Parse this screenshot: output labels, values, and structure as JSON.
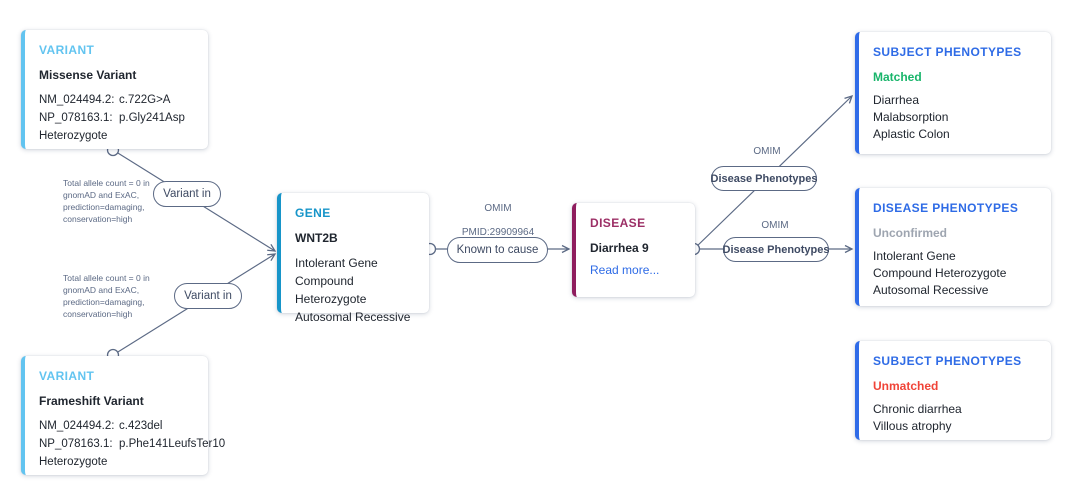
{
  "diagram": {
    "background_color": "#ffffff",
    "edge_color": "#5c6a85"
  },
  "cards": {
    "variant_missense": {
      "title": "VARIANT",
      "name": "Missense Variant",
      "rows": [
        {
          "label": "NM_024494.2:",
          "value": "c.722G>A"
        },
        {
          "label": "NP_078163.1:",
          "value": "p.Gly241Asp"
        }
      ],
      "zygosity": "Heterozygote",
      "accent_color": "#62c4f0"
    },
    "variant_frameshift": {
      "title": "VARIANT",
      "name": "Frameshift Variant",
      "rows": [
        {
          "label": "NM_024494.2:",
          "value": "c.423del"
        },
        {
          "label": "NP_078163.1:",
          "value": "p.Phe141LeufsTer10"
        }
      ],
      "zygosity": "Heterozygote",
      "accent_color": "#62c4f0"
    },
    "gene": {
      "title": "GENE",
      "name": "WNT2B",
      "attributes": [
        "Intolerant Gene",
        "Compound Heterozygote",
        "Autosomal Recessive"
      ],
      "accent_color": "#1795c9"
    },
    "disease": {
      "title": "DISEASE",
      "name": "Diarrhea 9",
      "link_label": "Read more...",
      "accent_color": "#8f1d5e",
      "title_color": "#9c2f66",
      "link_color": "#2e6be6"
    },
    "subject_phenotypes_matched": {
      "title": "SUBJECT PHENOTYPES",
      "status": "Matched",
      "status_color": "#19b56b",
      "items": [
        "Diarrhea",
        "Malabsorption",
        "Aplastic Colon"
      ],
      "accent_color": "#2f6be8"
    },
    "disease_phenotypes": {
      "title": "DISEASE PHENOTYPES",
      "status": "Unconfirmed",
      "status_color": "#9ea5b0",
      "items": [
        "Intolerant Gene",
        "Compound Heterozygote",
        "Autosomal Recessive"
      ],
      "accent_color": "#2f6be8"
    },
    "subject_phenotypes_unmatched": {
      "title": "SUBJECT PHENOTYPES",
      "status": "Unmatched",
      "status_color": "#f04438",
      "items": [
        "Chronic diarrhea",
        "Villous atrophy"
      ],
      "accent_color": "#2f6be8"
    }
  },
  "edges": {
    "variant_in_top": {
      "label": "Variant in",
      "annotation": "Total allele count = 0 in\ngnomAD and ExAC,\nprediction=damaging,\nconservation=high"
    },
    "variant_in_bottom": {
      "label": "Variant in",
      "annotation": "Total allele count = 0 in\ngnomAD and ExAC,\nprediction=damaging,\nconservation=high"
    },
    "known_to_cause": {
      "label": "Known to cause",
      "source": "OMIM",
      "reference": "PMID:29909964"
    },
    "disease_phenotypes_to_matched": {
      "label": "Disease Phenotypes",
      "source": "OMIM"
    },
    "disease_phenotypes_to_unconfirmed": {
      "label": "Disease Phenotypes",
      "source": "OMIM"
    }
  }
}
